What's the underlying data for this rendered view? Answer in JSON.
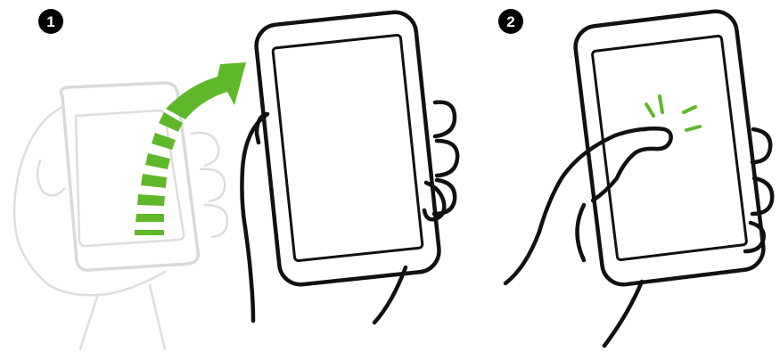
{
  "steps": [
    {
      "number": "1",
      "action": "lift-phone"
    },
    {
      "number": "2",
      "action": "tap-screen"
    }
  ],
  "colors": {
    "accent": "#5fb82a",
    "ink": "#111111",
    "ghost": "#d9d9d9",
    "badge": "#000000"
  }
}
